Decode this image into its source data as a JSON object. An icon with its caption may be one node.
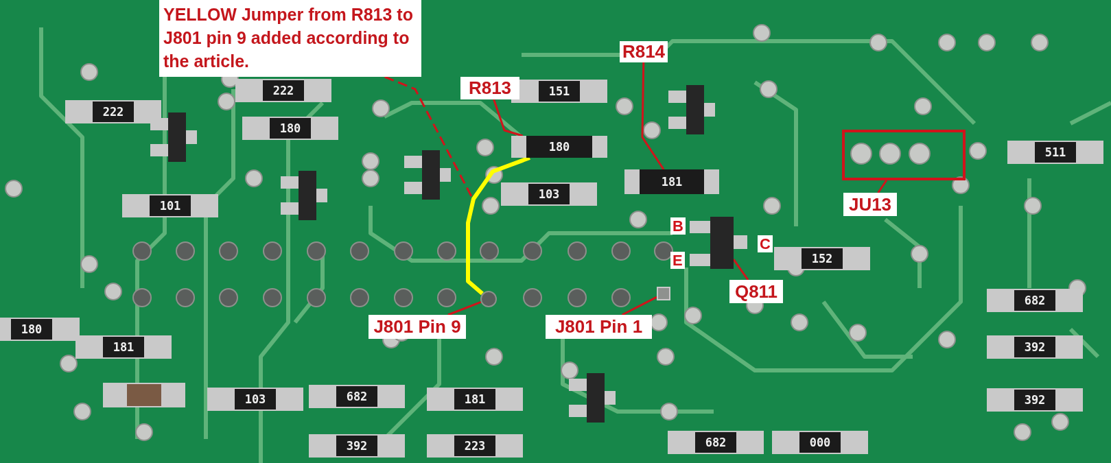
{
  "diagram": {
    "nodes": [
      {
        "text": [
          "YELLOW Jumper from R813 to J801 pin 9 added according to the article."
        ]
      },
      {
        "text": [
          "R813"
        ]
      },
      {
        "text": [
          "180"
        ]
      },
      {
        "text": [
          "R814"
        ]
      },
      {
        "text": [
          "181"
        ]
      },
      {
        "text": [
          "J801 Pin 9"
        ]
      },
      {
        "text": [],
        "shape": "circle"
      },
      {
        "text": [
          "J801 Pin 1"
        ]
      },
      {
        "text": [],
        "shape": "box"
      },
      {
        "text": [
          "Q811"
        ]
      },
      {
        "text": [],
        "shape": "box"
      },
      {
        "text": [],
        "shape": "box"
      },
      {
        "text": [
          "JU13"
        ]
      }
    ],
    "edges": [
      {
        "from": 0,
        "to": null,
        "arrow": "none",
        "style": "dashed"
      },
      {
        "from": 1,
        "to": 2,
        "arrow": "none"
      },
      {
        "from": 3,
        "to": 4,
        "arrow": "none"
      },
      {
        "from": 5,
        "to": 6,
        "arrow": "none"
      },
      {
        "from": 7,
        "to": 8,
        "arrow": "none"
      },
      {
        "from": 9,
        "to": 10,
        "arrow": "none"
      },
      {
        "from": 12,
        "to": 11,
        "arrow": "none"
      },
      {
        "from": 2,
        "to": 6,
        "arrow": "none",
        "style": "thick",
        "color": "#ffff00"
      }
    ],
    "labels": [
      "222",
      "151",
      "222",
      "180",
      "101",
      "103",
      "511",
      "B",
      "C",
      "E",
      "152",
      "682",
      "180",
      "181",
      "392",
      "103",
      "682",
      "181",
      "392",
      "392",
      "223",
      "682",
      "000"
    ]
  }
}
